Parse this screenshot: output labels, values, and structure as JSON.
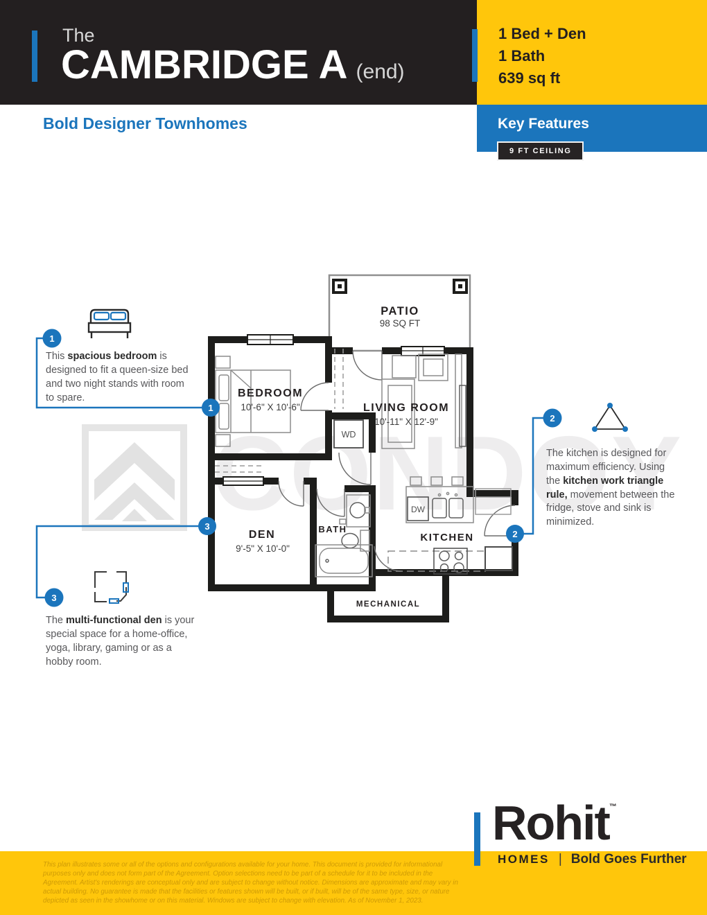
{
  "header": {
    "prefix": "The",
    "name": "CAMBRIDGE A",
    "suffix": "(end)",
    "subtitle": "Bold Designer Townhomes"
  },
  "specs": {
    "line1": "1 Bed + Den",
    "line2": "1 Bath",
    "line3": "639 sq ft"
  },
  "key_features": {
    "title": "Key Features",
    "badge": "9 FT CEILING"
  },
  "plan": {
    "patio": {
      "name": "PATIO",
      "area": "98 SQ FT"
    },
    "bedroom": {
      "name": "BEDROOM",
      "dims": "10'-6\" X 10'-6\""
    },
    "living": {
      "name": "LIVING ROOM",
      "dims": "10'-11\" X 12'-9\""
    },
    "den": {
      "name": "DEN",
      "dims": "9'-5\" X 10'-0\""
    },
    "bath": {
      "name": "BATH"
    },
    "kitchen": {
      "name": "KITCHEN"
    },
    "mechanical": {
      "name": "MECHANICAL"
    },
    "wd": "WD",
    "dw": "DW"
  },
  "callouts": {
    "c1": {
      "num": "1",
      "pre": "This ",
      "bold": "spacious bedroom",
      "post": " is designed to fit a queen-size bed and two night stands with room to spare."
    },
    "c2": {
      "num": "2",
      "pre": "The kitchen is designed for maximum efficiency. Using the ",
      "bold": "kitchen work triangle rule,",
      "post": " movement between the fridge, stove and sink is minimized."
    },
    "c3": {
      "num": "3",
      "pre": "The ",
      "bold": "multi-functional den",
      "post": " is your special space for a home-office, yoga, library, gaming or as a hobby room."
    }
  },
  "watermark": {
    "text": "CONDOY"
  },
  "footer": {
    "brand": "Rohit",
    "tm": "™",
    "homes": "HOMES",
    "divider": "|",
    "tagline": "Bold Goes Further",
    "disclaimer": "This plan illustrates some or all of the options and configurations available for your home. This document is provided for informational purposes only and does not form part of the Agreement. Option selections need to be part of a schedule for it to be included in the Agreement. Artist's renderings are conceptual only and are subject to change without notice. Dimensions are approximate and may vary in actual building. No guarantee is made that the facilities or features shown will be built, or if built, will be of the same type, size, or nature depicted as seen in the showhome or on this material. Windows are subject to change with elevation. As of November 1, 2023."
  },
  "colors": {
    "blue": "#1B75BC",
    "yellow": "#FFC60B",
    "dark": "#231F20"
  }
}
